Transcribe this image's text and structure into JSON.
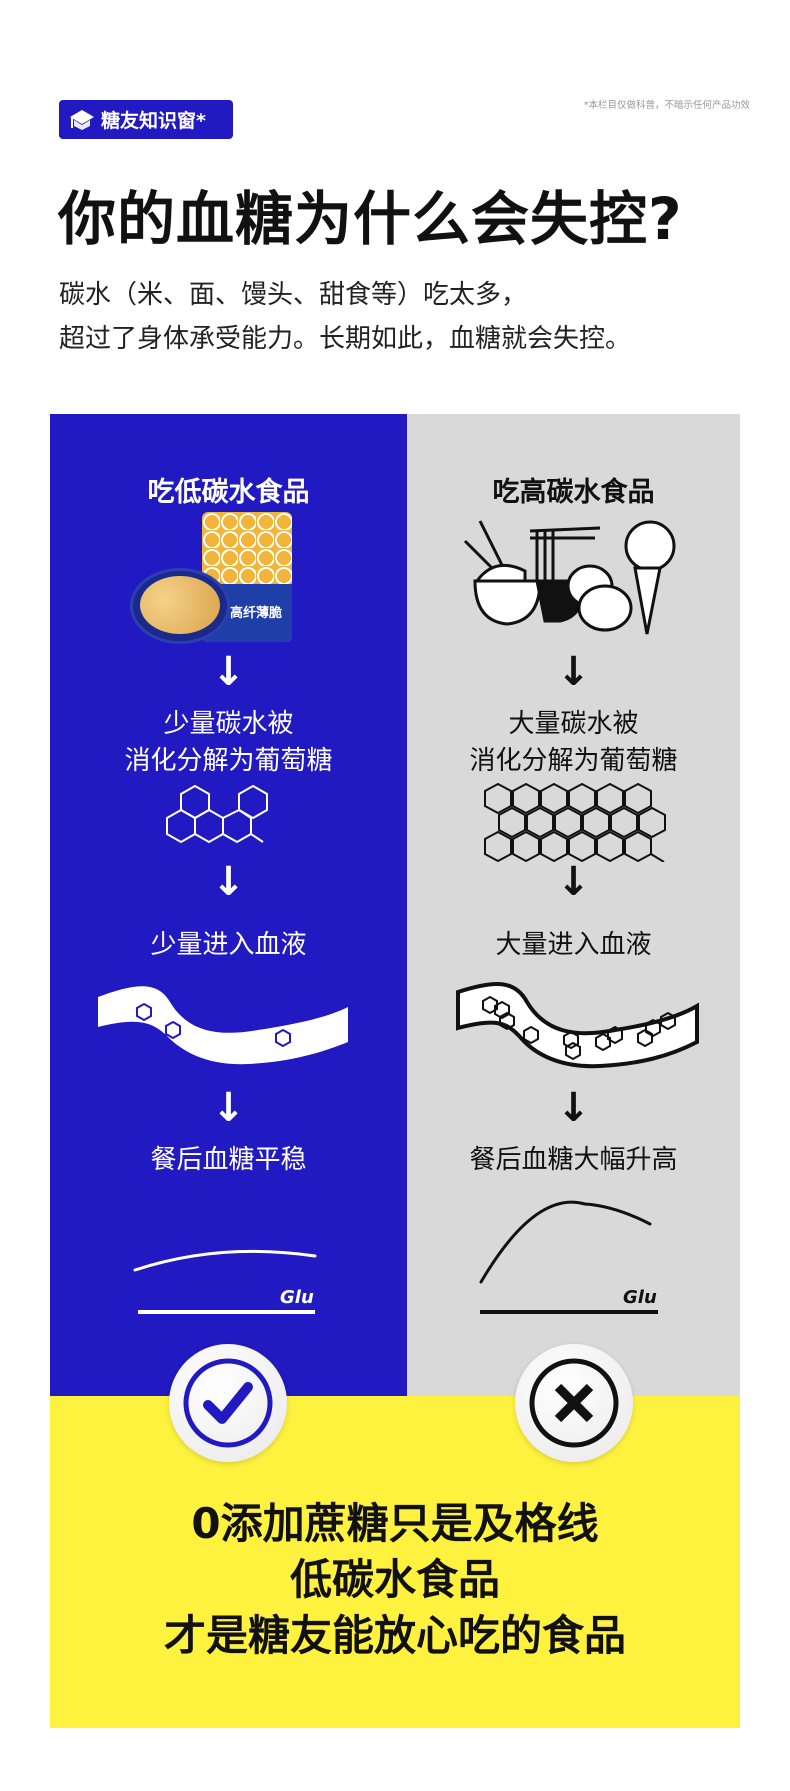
{
  "badge": {
    "label": "糖友知识窗*",
    "icon": "graduation-cap-icon"
  },
  "disclaimer": "*本栏目仅做科普，不暗示任何产品功效",
  "title": "你的血糖为什么会失控?",
  "subtitle": [
    "碳水（米、面、馒头、甜食等）吃太多，",
    "超过了身体承受能力。长期如此，血糖就会失控。"
  ],
  "left": {
    "heading": "吃低碳水食品",
    "product_label": "高纤薄脆",
    "step1": [
      "少量碳水被",
      "消化分解为葡萄糖"
    ],
    "step2": "少量进入血液",
    "step3": "餐后血糖平稳",
    "axis_label": "Glu",
    "verdict_icon": "check-icon"
  },
  "right": {
    "heading": "吃高碳水食品",
    "step1": [
      "大量碳水被",
      "消化分解为葡萄糖"
    ],
    "step2": "大量进入血液",
    "step3": "餐后血糖大幅升高",
    "axis_label": "Glu",
    "verdict_icon": "x-icon"
  },
  "conclusion": [
    "0添加蔗糖只是及格线",
    "低碳水食品",
    "才是糖友能放心吃的食品"
  ],
  "colors": {
    "blue": "#2119c1",
    "gray": "#d9d9d9",
    "yellow": "#fff23f"
  }
}
